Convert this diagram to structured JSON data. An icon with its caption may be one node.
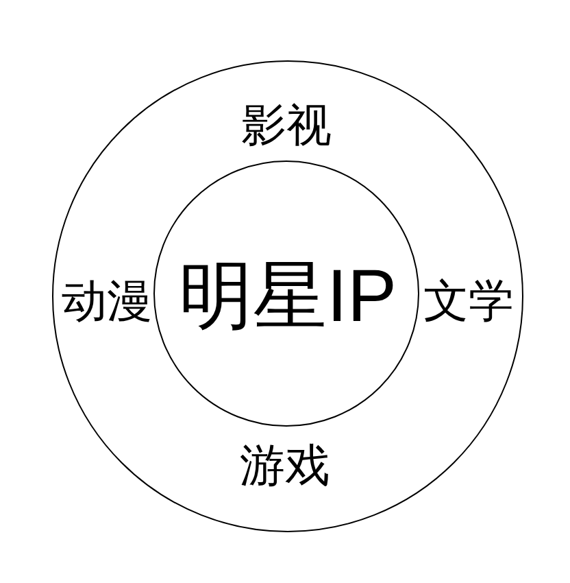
{
  "diagram": {
    "nodes": [
      {
        "text": [
          "影视",
          "动漫",
          "文学",
          "游戏"
        ]
      },
      {
        "text": [
          "明星IP"
        ],
        "in": 0
      }
    ]
  }
}
